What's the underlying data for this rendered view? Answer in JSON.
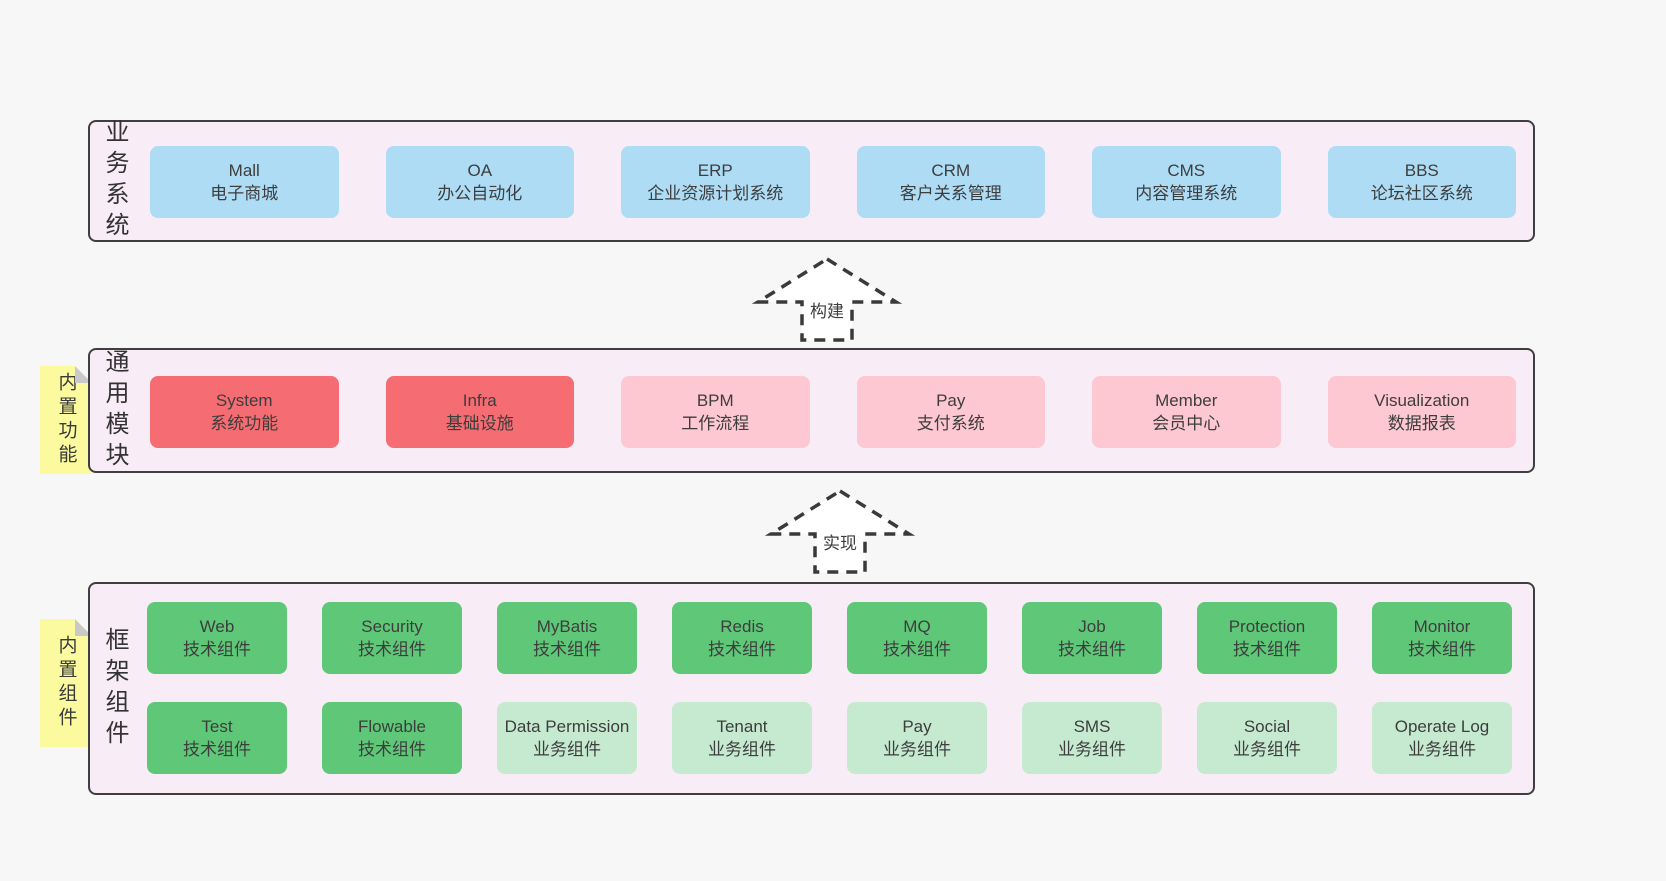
{
  "arrows": [
    {
      "label": "构建"
    },
    {
      "label": "实现"
    }
  ],
  "stickies": [
    {
      "label": "内置功能"
    },
    {
      "label": "内置组件"
    }
  ],
  "panels": {
    "business": {
      "label": "业务系统",
      "boxes": [
        {
          "name": "Mall",
          "desc": "电子商城"
        },
        {
          "name": "OA",
          "desc": "办公自动化"
        },
        {
          "name": "ERP",
          "desc": "企业资源计划系统"
        },
        {
          "name": "CRM",
          "desc": "客户关系管理"
        },
        {
          "name": "CMS",
          "desc": "内容管理系统"
        },
        {
          "name": "BBS",
          "desc": "论坛社区系统"
        }
      ]
    },
    "modules": {
      "label": "通用模块",
      "boxes": [
        {
          "name": "System",
          "desc": "系统功能",
          "variant": "red"
        },
        {
          "name": "Infra",
          "desc": "基础设施",
          "variant": "red"
        },
        {
          "name": "BPM",
          "desc": "工作流程",
          "variant": "pink"
        },
        {
          "name": "Pay",
          "desc": "支付系统",
          "variant": "pink"
        },
        {
          "name": "Member",
          "desc": "会员中心",
          "variant": "pink"
        },
        {
          "name": "Visualization",
          "desc": "数据报表",
          "variant": "pink"
        }
      ]
    },
    "framework": {
      "label": "框架组件",
      "rows": [
        [
          {
            "name": "Web",
            "desc": "技术组件",
            "variant": "green"
          },
          {
            "name": "Security",
            "desc": "技术组件",
            "variant": "green"
          },
          {
            "name": "MyBatis",
            "desc": "技术组件",
            "variant": "green"
          },
          {
            "name": "Redis",
            "desc": "技术组件",
            "variant": "green"
          },
          {
            "name": "MQ",
            "desc": "技术组件",
            "variant": "green"
          },
          {
            "name": "Job",
            "desc": "技术组件",
            "variant": "green"
          },
          {
            "name": "Protection",
            "desc": "技术组件",
            "variant": "green"
          },
          {
            "name": "Monitor",
            "desc": "技术组件",
            "variant": "green"
          }
        ],
        [
          {
            "name": "Test",
            "desc": "技术组件",
            "variant": "green"
          },
          {
            "name": "Flowable",
            "desc": "技术组件",
            "variant": "green"
          },
          {
            "name": "Data Permission",
            "desc": "业务组件",
            "variant": "lgreen"
          },
          {
            "name": "Tenant",
            "desc": "业务组件",
            "variant": "lgreen"
          },
          {
            "name": "Pay",
            "desc": "业务组件",
            "variant": "lgreen"
          },
          {
            "name": "SMS",
            "desc": "业务组件",
            "variant": "lgreen"
          },
          {
            "name": "Social",
            "desc": "业务组件",
            "variant": "lgreen"
          },
          {
            "name": "Operate Log",
            "desc": "业务组件",
            "variant": "lgreen"
          }
        ]
      ]
    }
  },
  "colors": {
    "page_bg": "#f7f7f7",
    "panel_bg": "#f8edf6",
    "panel_border": "#3f3f3f",
    "business_box": "#aedcf5",
    "core_module_box": "#f56d72",
    "optional_module_box": "#fdc8d1",
    "tech_component_box": "#5fc878",
    "biz_component_box": "#c6ead0",
    "sticky_bg": "#fbfa9e",
    "sticky_fold": "#c9c9c9",
    "arrow_stroke": "#3a3a3a",
    "text": "#3d3d3d"
  }
}
